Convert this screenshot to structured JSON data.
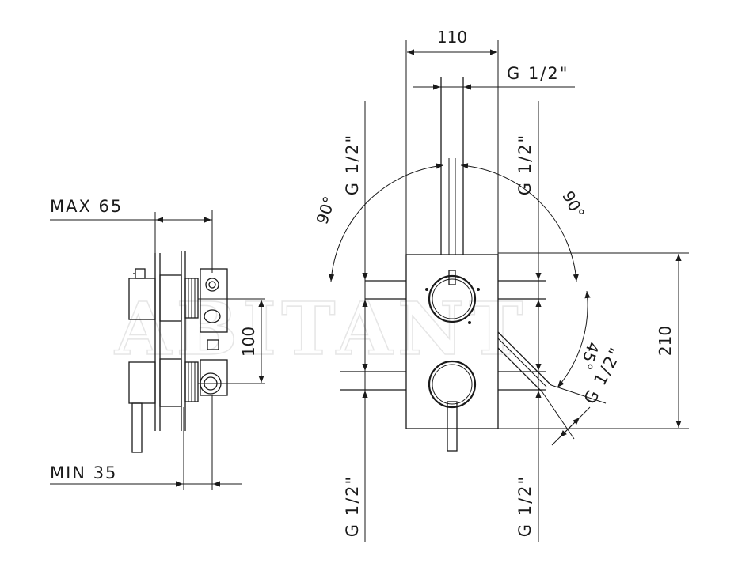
{
  "watermark": "ABITANT",
  "side_view": {
    "max_label": "MAX 65",
    "min_label": "MIN 35",
    "height_dim": "100"
  },
  "front_view": {
    "width_dim": "110",
    "height_dim": "210",
    "top_thread": "G 1/2\"",
    "left_top_thread": "G 1/2\"",
    "right_top_thread": "G 1/2\"",
    "left_bottom_thread": "G 1/2\"",
    "right_bottom_thread": "G 1/2\"",
    "diagonal_thread": "G 1/2\"",
    "angle_left": "90°",
    "angle_right": "90°",
    "angle_diagonal": "45°"
  }
}
